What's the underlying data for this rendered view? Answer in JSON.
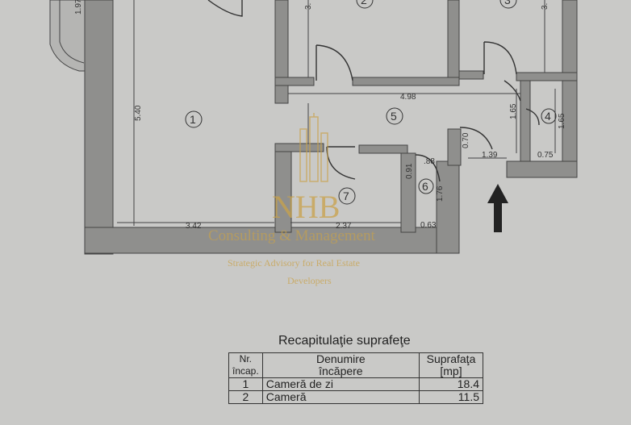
{
  "floorplan": {
    "dimensions": {
      "d1": "1.97",
      "d2": "5.40",
      "d3": "3.42",
      "d4": "2.37",
      "d5": "4.98",
      "d6": "1.65",
      "d7": "1.65",
      "d8": "0.75",
      "d9": "0.70",
      "d10": "1.39",
      "d11": "0.91",
      "d12": ".88",
      "d13": "1.76",
      "d14": "0.63",
      "d15": "3.",
      "d16": "3."
    },
    "rooms": {
      "r1": "1",
      "r2": "2",
      "r3": "3",
      "r4": "4",
      "r5": "5",
      "r6": "6",
      "r7": "7"
    }
  },
  "watermark": {
    "logo": "NHB",
    "name": "Consulting & Management",
    "tagline_line1": "Strategic Advisory for Real Estate",
    "tagline_line2": "Developers"
  },
  "summary": {
    "title": "Recapitulaţie suprafeţe",
    "headers": {
      "nr_line1": "Nr.",
      "nr_line2": "încap.",
      "name_line1": "Denumire",
      "name_line2": "încăpere",
      "area_line1": "Suprafaţa",
      "area_line2": "[mp]"
    },
    "rows": [
      {
        "nr": "1",
        "name": "Cameră de zi",
        "area": "18.4"
      },
      {
        "nr": "2",
        "name": "Cameră",
        "area": "11.5"
      }
    ]
  }
}
